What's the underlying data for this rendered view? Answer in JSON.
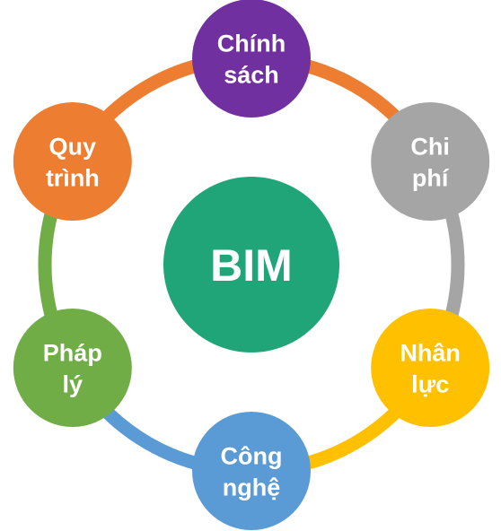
{
  "diagram": {
    "center": {
      "label": "BIM",
      "color": "#1fa577"
    },
    "nodes": [
      {
        "id": "chinh-sach",
        "lines": [
          "Chính",
          "sách"
        ],
        "color": "#7030a0"
      },
      {
        "id": "chi-phi",
        "lines": [
          "Chi",
          "phí"
        ],
        "color": "#a5a5a5"
      },
      {
        "id": "nhan-luc",
        "lines": [
          "Nhân",
          "lực"
        ],
        "color": "#ffc000"
      },
      {
        "id": "cong-nghe",
        "lines": [
          "Công",
          "nghệ"
        ],
        "color": "#5b9bd5"
      },
      {
        "id": "phap-ly",
        "lines": [
          "Pháp",
          "lý"
        ],
        "color": "#70ad47"
      },
      {
        "id": "quy-trinh",
        "lines": [
          "Quy",
          "trình"
        ],
        "color": "#ed7d31"
      }
    ],
    "connectors": [
      {
        "from": "chinh-sach",
        "to": "chi-phi",
        "color": "#ed7d31"
      },
      {
        "from": "chi-phi",
        "to": "nhan-luc",
        "color": "#a5a5a5"
      },
      {
        "from": "nhan-luc",
        "to": "cong-nghe",
        "color": "#ffc000"
      },
      {
        "from": "cong-nghe",
        "to": "phap-ly",
        "color": "#5b9bd5"
      },
      {
        "from": "phap-ly",
        "to": "quy-trinh",
        "color": "#70ad47"
      },
      {
        "from": "quy-trinh",
        "to": "chinh-sach",
        "color": "#ed7d31"
      }
    ]
  }
}
